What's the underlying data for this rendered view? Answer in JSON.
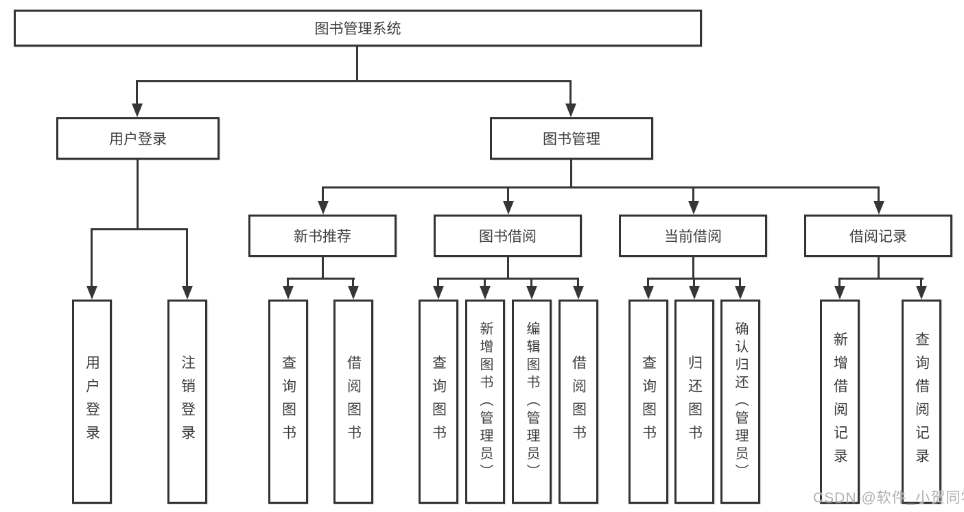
{
  "tree": {
    "root": "图书管理系统",
    "branches": [
      {
        "label": "用户登录",
        "children": [
          "用户登录",
          "注销登录"
        ]
      },
      {
        "label": "图书管理",
        "sections": [
          {
            "label": "新书推荐",
            "children": [
              "查询图书",
              "借阅图书"
            ]
          },
          {
            "label": "图书借阅",
            "children": [
              "查询图书",
              "新增图书（管理员）",
              "编辑图书（管理员）",
              "借阅图书"
            ]
          },
          {
            "label": "当前借阅",
            "children": [
              "查询图书",
              "归还图书",
              "确认归还（管理员）"
            ]
          },
          {
            "label": "借阅记录",
            "children": [
              "新增借阅记录",
              "查询借阅记录"
            ]
          }
        ]
      }
    ]
  },
  "watermark": "CSDN @软件_小贺同学",
  "colors": {
    "line": "#363636",
    "box_border": "#333333",
    "box_background": "#ffffff",
    "text": "#3c3c3c",
    "watermark": "#b0b0b0"
  }
}
